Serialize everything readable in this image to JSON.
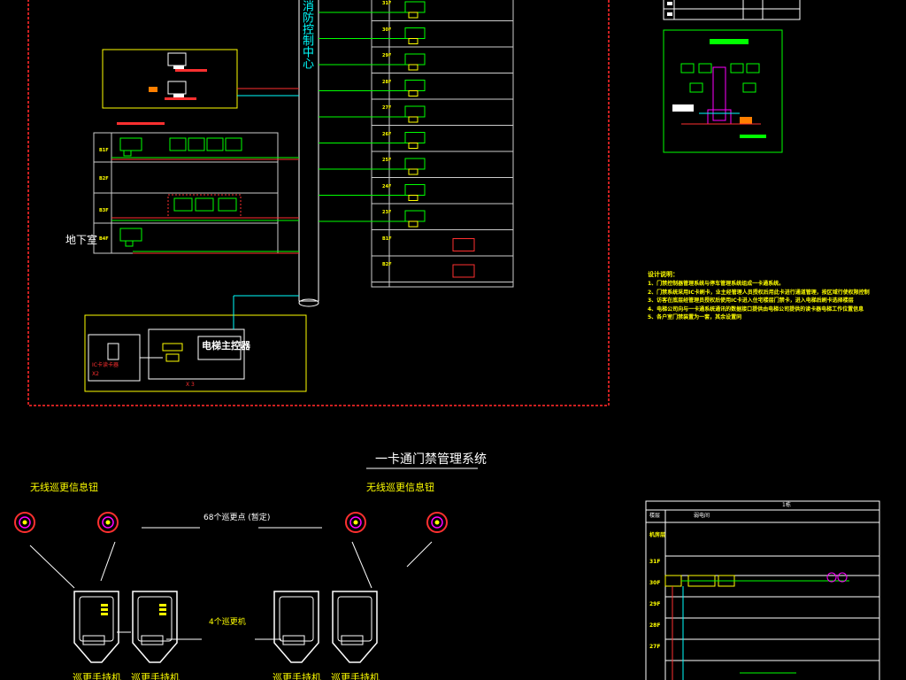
{
  "colors": {
    "background": "#000000",
    "border_red": "#cc2020",
    "cyan": "#00ffff",
    "green": "#00ff00",
    "yellow": "#ffff00",
    "magenta": "#ff00ff",
    "white": "#ffffff",
    "orange": "#ff7f00"
  },
  "riser": {
    "label": "消防控制中心"
  },
  "floor_panel": {
    "labels": [
      "31F",
      "30F",
      "29F",
      "28F",
      "27F",
      "26F",
      "25F",
      "24F",
      "23F",
      "B1F",
      "B2F"
    ]
  },
  "basement_zone": {
    "floor_labels": [
      "B1F",
      "B2F",
      "B3F",
      "B4F"
    ],
    "basement_label": "地下室"
  },
  "elevator_box": {
    "controller_label": "电梯主控器",
    "small_labels": [
      "IC卡读卡器",
      "X2",
      "X 3"
    ]
  },
  "design_notes": {
    "title": "设计说明：",
    "items": [
      "1、门禁控制器管理系统与停车管理系统组成一卡通系统。",
      "2、门禁系统采用IC卡刷卡，业主经管理人员授权后用此卡进行通道管理，按区域行使权限控制",
      "3、访客在底层经管理员授权后使用IC卡进入住宅楼层门禁卡，进入电梯后刷卡选择楼层",
      "4、电梯公司向与一卡通系统通讯的数据接口提供由电梯公司提供的读卡器电梯工作位置信息",
      "5、各户室门禁装置为一套，其余设置同"
    ]
  },
  "system_title": "一卡通门禁管理系统",
  "patrol": {
    "info_button_label": "无线巡更信息钮",
    "point_count_label": "68个巡更点 (暂定)",
    "machine_count_label": "4个巡更机",
    "handheld_label": "巡更手持机"
  },
  "riser_table": {
    "header": "1栋",
    "col1_header": "楼层",
    "col2_header": "弱电间",
    "row_labels": [
      "机房层",
      "31F",
      "30F",
      "29F",
      "28F",
      "27F"
    ]
  },
  "legend": {
    "items": [
      "",
      "",
      "",
      ""
    ]
  }
}
